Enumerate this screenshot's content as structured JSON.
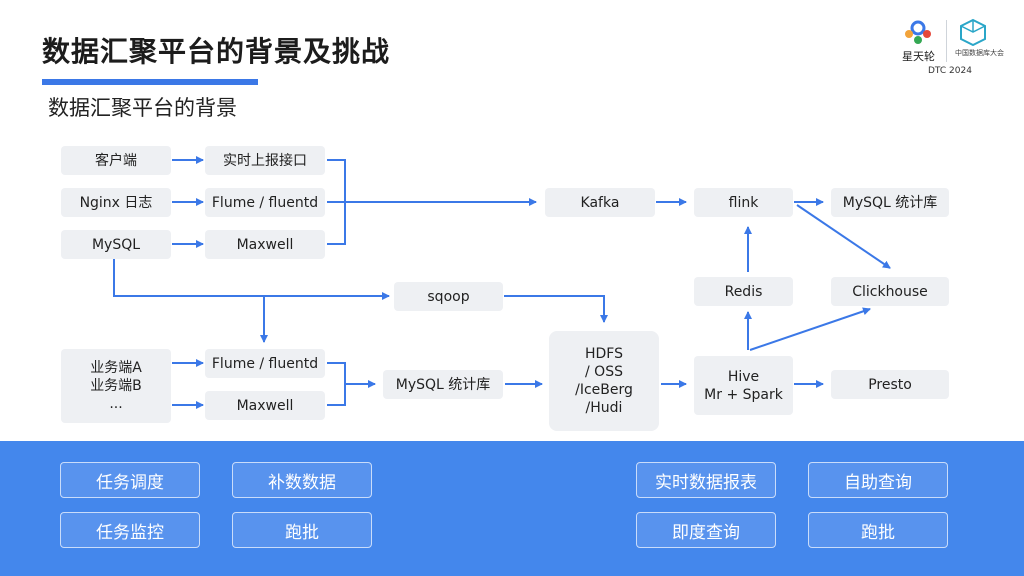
{
  "header": {
    "title": "数据汇聚平台的背景及挑战",
    "subtitle": "数据汇聚平台的背景"
  },
  "logos": {
    "left_text": "星天轮",
    "right_text": "中国数据库大会",
    "event": "DTC 2024"
  },
  "colors": {
    "accent": "#3b78e7",
    "node_bg": "#eef0f3",
    "panel_bg": "#4487ec",
    "arrow": "#3b78e7"
  },
  "diagram": {
    "nodes": {
      "client": "客户端",
      "nginx": "Nginx 日志",
      "mysql": "MySQL",
      "realtime_api": "实时上报接口",
      "flume1": "Flume / fluentd",
      "maxwell1": "Maxwell",
      "kafka": "Kafka",
      "flink": "flink",
      "mysql_stats1": "MySQL 统计库",
      "redis": "Redis",
      "clickhouse": "Clickhouse",
      "sqoop": "sqoop",
      "business": "业务端A\n业务端B\n...",
      "flume2": "Flume / fluentd",
      "maxwell2": "Maxwell",
      "mysql_stats2": "MySQL 统计库",
      "hdfs": "HDFS\n/ OSS\n/IceBerg\n/Hudi",
      "hive": "Hive\nMr + Spark",
      "presto": "Presto"
    }
  },
  "bottom_panel": {
    "buttons": {
      "task_schedule": "任务调度",
      "backfill": "补数数据",
      "task_monitor": "任务监控",
      "run_batch1": "跑批",
      "realtime_report": "实时数据报表",
      "self_query": "自助查询",
      "adhoc_query": "即度查询",
      "run_batch2": "跑批"
    }
  }
}
